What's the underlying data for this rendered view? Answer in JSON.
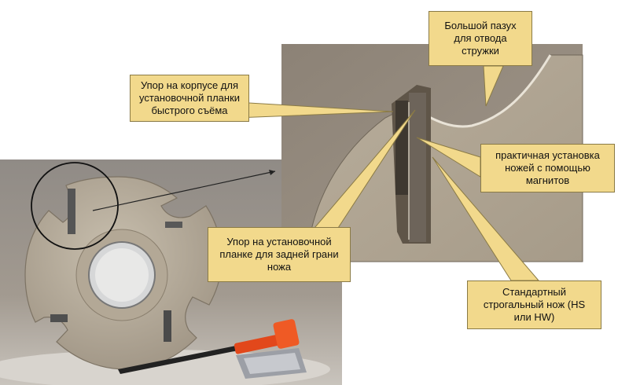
{
  "colors": {
    "callout_fill": "#f2d98c",
    "callout_border": "#8a7a45",
    "tool_body": "#b5aa97",
    "background": "#8f867a"
  },
  "callouts": {
    "groove": "Большой пазух\nдля отвода\nстружки",
    "body_stop": "Упор на корпусе для\nустановочной планки\nбыстрого съёма",
    "magnets": "практичная установка\nножей с помощью\nмагнитов",
    "plate_stop": "Упор на установочной\nпланке для задней грани\nножа",
    "knife": "Стандартный\nстрогальный нож (HS\nили HW)"
  }
}
